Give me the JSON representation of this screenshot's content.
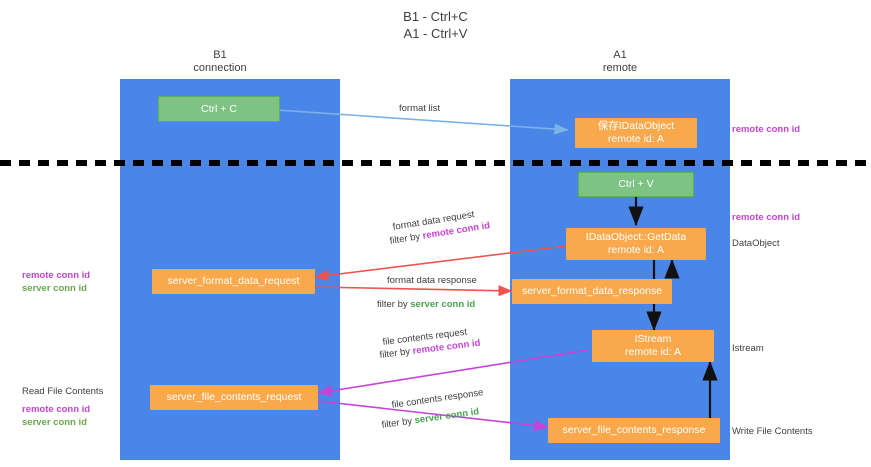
{
  "title": "B1 - Ctrl+C\nA1 - Ctrl+V",
  "lanes": {
    "left": {
      "header": "B1\nconnection"
    },
    "right": {
      "header": "A1\nremote"
    }
  },
  "nodes": {
    "ctrl_c": {
      "line1": "Ctrl + C"
    },
    "ctrl_v": {
      "line1": "Ctrl + V"
    },
    "dataobject": {
      "line1": "保存IDataObject",
      "line2": "remote id: A"
    },
    "getdata": {
      "line1": "IDataObject::GetData",
      "line2": "remote id: A"
    },
    "istream": {
      "line1": "IStream",
      "line2": "remote id: A"
    },
    "fmt_request": {
      "line1": "server_format_data_request"
    },
    "fmt_response": {
      "line1": "server_format_data_response"
    },
    "file_request": {
      "line1": "server_file_contents_request"
    },
    "file_response": {
      "line1": "server_file_contents_response"
    }
  },
  "arrow_labels": {
    "format_list": {
      "text": "format list"
    },
    "fmt_req": {
      "text": "format data request"
    },
    "fmt_req_filter": {
      "prefix": "filter by ",
      "emphasis": "remote conn id"
    },
    "fmt_resp": {
      "text": "format data response"
    },
    "fmt_resp_filter": {
      "prefix": "filter by ",
      "emphasis": "server conn id"
    },
    "file_req": {
      "text": "file contents request"
    },
    "file_req_filter": {
      "prefix": "filter by ",
      "emphasis": "remote conn id"
    },
    "file_resp": {
      "text": "file contents response"
    },
    "file_resp_filter": {
      "prefix": "filter by ",
      "emphasis": "server conn id"
    }
  },
  "side_labels": {
    "left_mid_remote": "remote conn id",
    "left_mid_server": "server conn id",
    "left_read": "Read File Contents",
    "left_bot_remote": "remote conn id",
    "left_bot_server": "server conn id",
    "right_top_remote": "remote conn id",
    "right_mid_remote": "remote conn id",
    "right_dataobject": "DataObject",
    "right_istream": "Istream",
    "right_write": "Write File Contents"
  },
  "colors": {
    "lane": "#4a86e8",
    "green_node": "#7ec384",
    "orange_node": "#f9a94c",
    "purple_text": "#c743d6",
    "green_text": "#6aa84f",
    "divider": "#000000",
    "arrow_blue": "#7cb3e8",
    "arrow_red": "#ef5350",
    "arrow_purple": "#c743d6",
    "arrow_black": "#000000"
  }
}
